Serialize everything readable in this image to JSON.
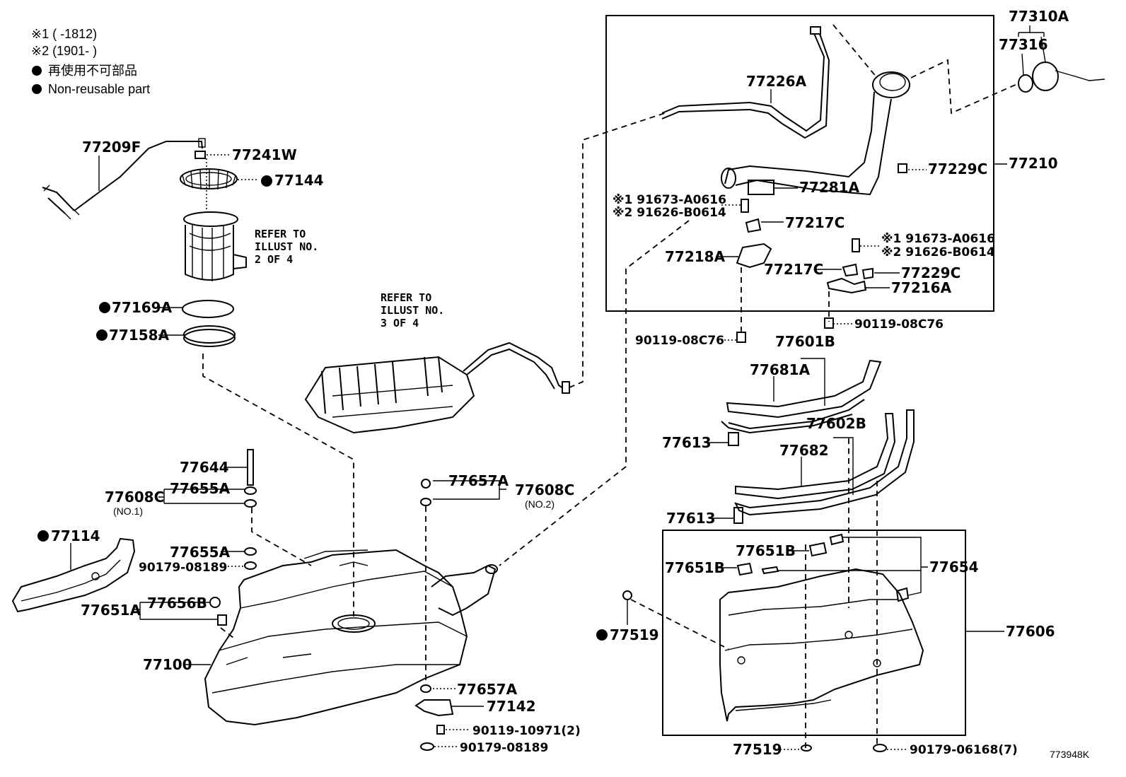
{
  "legend": {
    "note1": "※1 (      -1812)",
    "note2": "※2 (1901-      )",
    "nonreuse_jp": "再使用不可部品",
    "nonreuse_en": "Non-reusable part"
  },
  "refers": {
    "r1": [
      "REFER TO",
      "ILLUST NO.",
      "2 OF 4"
    ],
    "r2": [
      "REFER TO",
      "ILLUST NO.",
      "3 OF 4"
    ]
  },
  "parts": {
    "p77310A": "77310A",
    "p77316": "77316",
    "p77226A": "77226A",
    "p77210": "77210",
    "p77229C_a": "77229C",
    "p77281A": "77281A",
    "p91673_a": "※1 91673-A0616",
    "p91626_a": "※2 91626-B0614",
    "p77217C_a": "77217C",
    "p91673_b": "※1 91673-A0616",
    "p91626_b": "※2 91626-B0614",
    "p77218A": "77218A",
    "p77217C_b": "77217C",
    "p77229C_b": "77229C",
    "p77216A": "77216A",
    "p90119_a": "90119-08C76",
    "p90119_b": "90119-08C76",
    "p77601B": "77601B",
    "p77681A": "77681A",
    "p77613_a": "77613",
    "p77602B": "77602B",
    "p77682": "77682",
    "p77613_b": "77613",
    "p77651B_a": "77651B",
    "p77651B_b": "77651B",
    "p77654": "77654",
    "p77519_a": "77519",
    "p77606": "77606",
    "p77519_b": "77519",
    "p90179_06168": "90179-06168(7)",
    "p773948K": "773948K",
    "p77209F": "77209F",
    "p77241W": "77241W",
    "p77144": "77144",
    "p77169A": "77169A",
    "p77158A": "77158A",
    "p77644": "77644",
    "p77608C_a": "77608C",
    "p77655A_a": "77655A",
    "no1": "(NO.1)",
    "p77114": "77114",
    "p77655A_b": "77655A",
    "p90179_08189_a": "90179-08189",
    "p77651A": "77651A",
    "p77656B": "77656B",
    "p77100": "77100",
    "p77657A_a": "77657A",
    "p77608C_b": "77608C",
    "no2": "(NO.2)",
    "p77657A_b": "77657A",
    "p77142": "77142",
    "p90119_10971": "90119-10971(2)",
    "p90179_08189_b": "90179-08189"
  }
}
